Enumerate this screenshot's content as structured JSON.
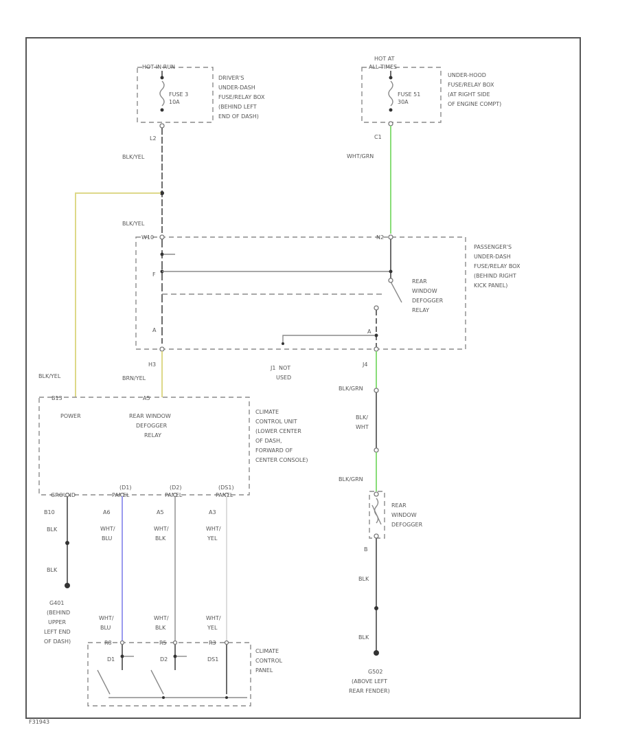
{
  "colors": {
    "wire": "#6a6a6a",
    "green": "#88dd77",
    "yellow": "#ddd888",
    "blue": "#9999ee",
    "white_wire": "#dddddd",
    "box": "#8a8a8a"
  },
  "labels": {
    "hot_run": "HOT IN RUN",
    "fuse_left": "FUSE 3",
    "fuse_left_amp": "10A",
    "drivers_box": [
      "DRIVER'S",
      "UNDER-DASH",
      "FUSE/RELAY BOX",
      "(BEHIND LEFT",
      "END OF DASH)"
    ],
    "hot_all": [
      "HOT AT",
      "ALL TIMES"
    ],
    "fuse_right": "FUSE 51",
    "fuse_right_amp": "30A",
    "underhood_box": [
      "UNDER-HOOD",
      "FUSE/RELAY BOX",
      "(AT RIGHT SIDE",
      "OF ENGINE COMPT)"
    ],
    "conn_l2": "L2",
    "conn_c1": "C1",
    "blk_yel_1": "BLK/YEL",
    "wht_grn": "WHT/GRN",
    "blk_yel_2": "BLK/YEL",
    "pin_w": "W10",
    "pin_n": "N2",
    "passengers_box": [
      "PASSENGER'S",
      "UNDER-DASH",
      "FUSE/RELAY BOX",
      "(BEHIND RIGHT",
      "KICK PANEL)"
    ],
    "relay_label": [
      "REAR",
      "WINDOW",
      "DEFOGGER",
      "RELAY"
    ],
    "pin_f": "F",
    "pin_a": "A",
    "conn_h3": "H3",
    "conn_j1": "J1",
    "conn_j4": "J4",
    "not_used": [
      "NOT",
      "USED"
    ],
    "blk_yel_3": "BLK/YEL",
    "brn_yel": "BRN/YEL",
    "blk_grn_1": "BLK/GRN",
    "pin_b13": "B13",
    "pin_a5": "A5",
    "power": "POWER",
    "ccu_relay": [
      "REAR WINDOW",
      "DEFOGGER",
      "RELAY"
    ],
    "ccu_label": [
      "CLIMATE",
      "CONTROL UNIT",
      "(LOWER CENTER",
      "OF DASH,",
      "FORWARD OF",
      "CENTER CONSOLE)"
    ],
    "blk_wht": [
      "BLK/",
      "WHT"
    ],
    "blk_grn_2": "BLK/GRN",
    "ground_pin": "GROUND",
    "sig1": "(D1)",
    "sig1b": "PANEL",
    "sig2": "(D2)",
    "sig2b": "PANEL",
    "sig3": "(DS1)",
    "sig3b": "PANEL",
    "pin_b10": "B10",
    "pin_a6": "A6",
    "pin_a5b": "A5",
    "pin_a3": "A3",
    "blk_1": "BLK",
    "wht_blu_1": [
      "WHT/",
      "BLU"
    ],
    "wht_blk_1": [
      "WHT/",
      "BLK"
    ],
    "wht_yel_1": [
      "WHT/",
      "YEL"
    ],
    "defogger": [
      "REAR",
      "WINDOW",
      "DEFOGGER"
    ],
    "blk_2": "BLK",
    "blk_3": "BLK",
    "blk_4": "BLK",
    "g401": [
      "G401",
      "(BEHIND",
      "UPPER",
      "LEFT END",
      "OF DASH)"
    ],
    "wht_blu_2": [
      "WHT/",
      "BLU"
    ],
    "wht_blk_2": [
      "WHT/",
      "BLK"
    ],
    "wht_yel_2": [
      "WHT/",
      "YEL"
    ],
    "panel_pins": [
      "R8",
      "R5",
      "R3"
    ],
    "d1": "D1",
    "d2": "D2",
    "ds1": "DS1",
    "ccp": [
      "CLIMATE",
      "CONTROL",
      "PANEL"
    ],
    "g502": [
      "G502",
      "(ABOVE LEFT",
      "REAR FENDER)"
    ],
    "pin_b": "B",
    "footer": "F31943"
  }
}
